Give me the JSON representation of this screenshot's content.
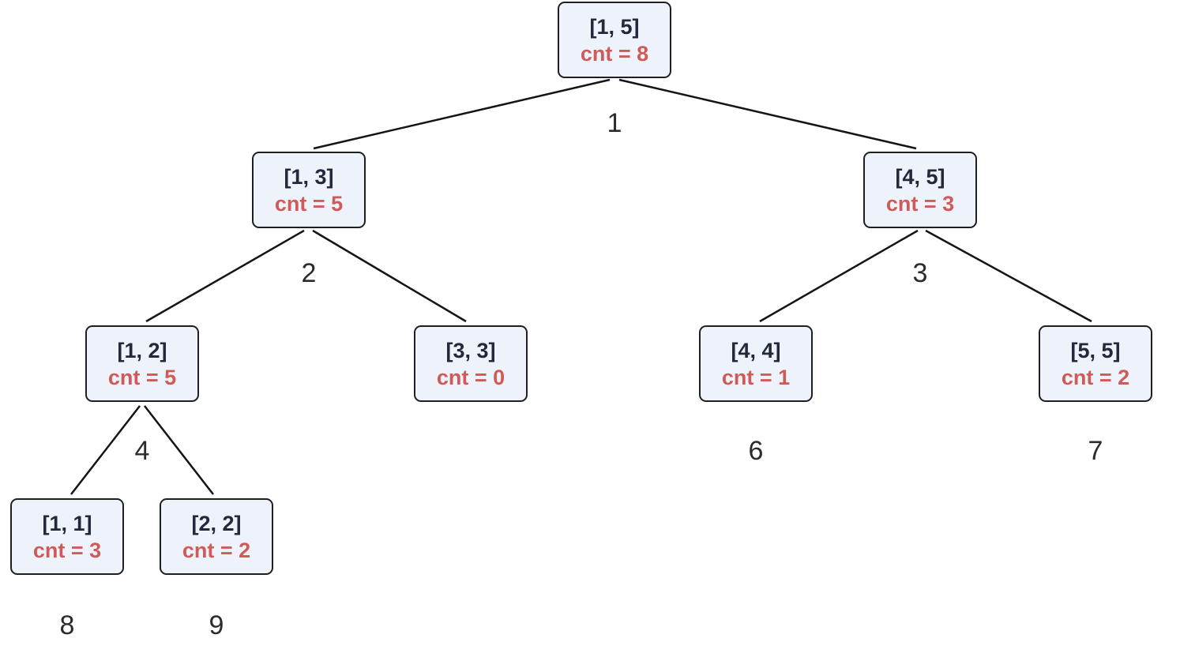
{
  "nodes": [
    {
      "id": "n1",
      "range": "[1, 5]",
      "cnt": "cnt = 8",
      "index": "1"
    },
    {
      "id": "n2",
      "range": "[1, 3]",
      "cnt": "cnt = 5",
      "index": "2"
    },
    {
      "id": "n3",
      "range": "[4, 5]",
      "cnt": "cnt = 3",
      "index": "3"
    },
    {
      "id": "n4",
      "range": "[1, 2]",
      "cnt": "cnt = 5",
      "index": "4"
    },
    {
      "id": "n5",
      "range": "[3, 3]",
      "cnt": "cnt = 0",
      "index": ""
    },
    {
      "id": "n6",
      "range": "[4, 4]",
      "cnt": "cnt = 1",
      "index": "6"
    },
    {
      "id": "n7",
      "range": "[5, 5]",
      "cnt": "cnt = 2",
      "index": "7"
    },
    {
      "id": "n8",
      "range": "[1, 1]",
      "cnt": "cnt = 3",
      "index": "8"
    },
    {
      "id": "n9",
      "range": "[2, 2]",
      "cnt": "cnt = 2",
      "index": "9"
    }
  ],
  "edges": [
    {
      "from": "n1",
      "to": "n2"
    },
    {
      "from": "n1",
      "to": "n3"
    },
    {
      "from": "n2",
      "to": "n4"
    },
    {
      "from": "n2",
      "to": "n5"
    },
    {
      "from": "n3",
      "to": "n6"
    },
    {
      "from": "n3",
      "to": "n7"
    },
    {
      "from": "n4",
      "to": "n8"
    },
    {
      "from": "n4",
      "to": "n9"
    }
  ]
}
